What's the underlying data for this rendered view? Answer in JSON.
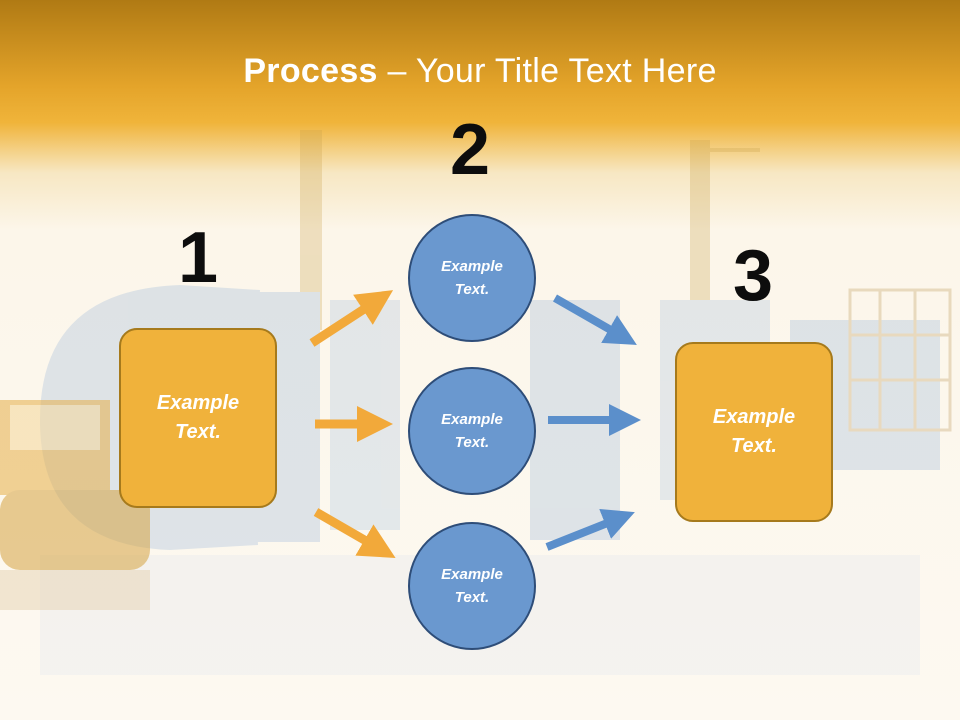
{
  "title": {
    "strong": "Process",
    "rest": " – Your Title Text Here"
  },
  "steps": {
    "one": "1",
    "two": "2",
    "three": "3"
  },
  "left_box": "Example\nText.",
  "right_box": "Example\nText.",
  "circles": [
    "Example\nText.",
    "Example\nText.",
    "Example\nText."
  ],
  "colors": {
    "orange": "#f0b23b",
    "blue": "#6a98cf",
    "orange_arrow": "#f2a93a",
    "blue_arrow": "#5b8fcb"
  }
}
